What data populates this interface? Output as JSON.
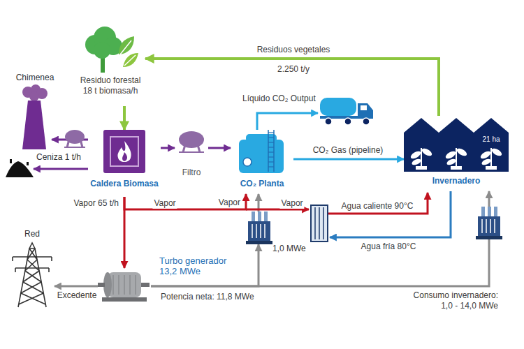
{
  "diagram": {
    "nodes": [
      {
        "text": [
          "Chimenea"
        ]
      },
      {
        "text": [
          "Residuo forestal 18 t biomasa/h"
        ]
      },
      {
        "text": [
          "Caldera Biomasa"
        ]
      },
      {
        "text": [
          "Ceniza 1 t/h"
        ]
      },
      {
        "text": [
          "Filtro"
        ]
      },
      {
        "text": [
          "CO₂ Planta"
        ]
      },
      {
        "text": [
          "21 ha",
          "Invernadero"
        ]
      },
      {
        "text": [
          "Red"
        ]
      },
      {
        "text": [
          "Turbo generador 13,2 MWe"
        ]
      },
      {
        "text": [
          "1,0 MWe"
        ]
      }
    ],
    "edges": [
      {
        "from": 1,
        "to": 2,
        "arrow": "to"
      },
      {
        "from": 2,
        "to": 0,
        "arrow": "to"
      },
      {
        "from": 2,
        "to": 3,
        "arrow": "to"
      },
      {
        "from": 2,
        "to": 4,
        "arrow": "to"
      },
      {
        "from": 4,
        "to": 5,
        "arrow": "to"
      },
      {
        "from": 5,
        "to": 6,
        "arrow": "to",
        "label": "CO₂ Gas (pipeline)"
      },
      {
        "from": 6,
        "to": 1,
        "arrow": "to",
        "label": "Residuos vegetales"
      },
      {
        "from": 2,
        "to": 8,
        "arrow": "to"
      },
      {
        "from": 2,
        "to": 5,
        "arrow": "to",
        "label": "Vapor"
      },
      {
        "from": 8,
        "to": 7,
        "arrow": "to",
        "label": "Excedente"
      },
      {
        "from": 8,
        "to": 9,
        "arrow": "to"
      },
      {
        "from": 9,
        "to": 5,
        "arrow": "to"
      },
      {
        "from": 8,
        "to": 6,
        "arrow": "to",
        "label": "Consumo invernadero: 1,0 - 14,0 MWe"
      }
    ],
    "labels": [
      "Líquido CO₂ Output",
      "2.250 t/y",
      "Vapor 65 t/h",
      "Vapor",
      "Vapor",
      "Agua caliente 90°C",
      "Agua fría 80°C",
      "Potencia neta: 11,8 MWe"
    ]
  }
}
